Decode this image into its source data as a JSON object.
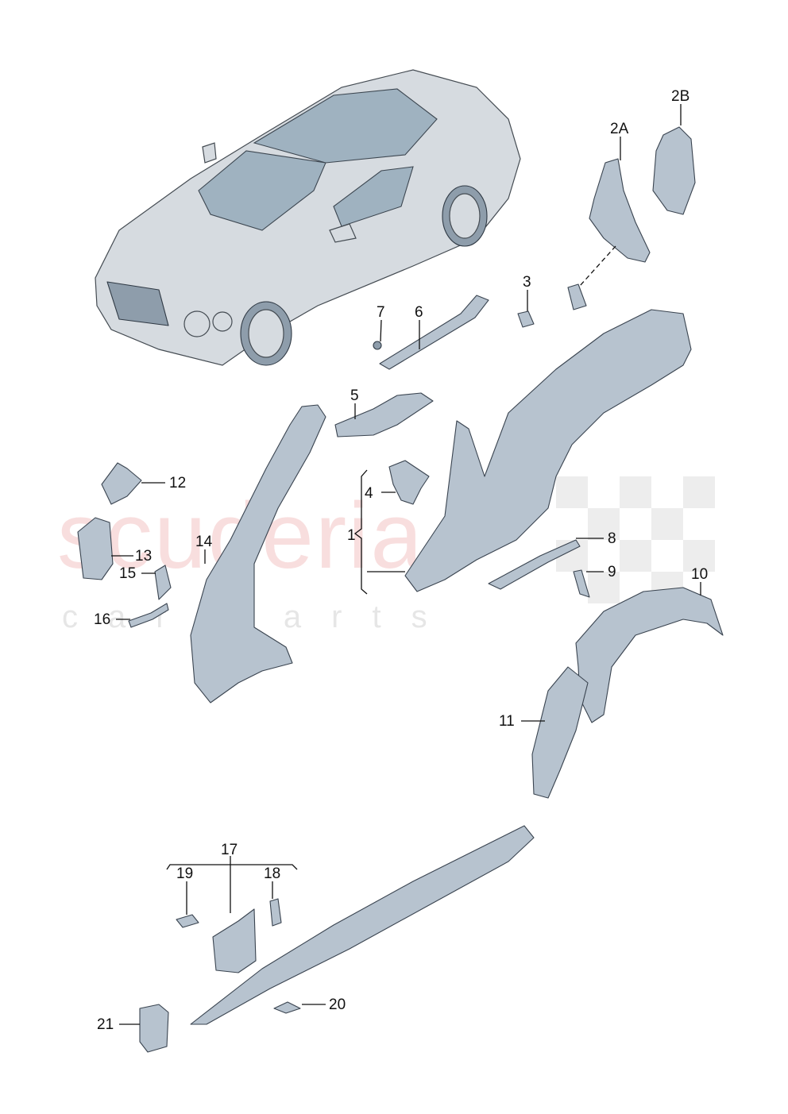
{
  "watermark": {
    "main": "scuderia",
    "sub": "car parts"
  },
  "callouts": [
    {
      "id": "c-2b",
      "label": "2B"
    },
    {
      "id": "c-2a",
      "label": "2A"
    },
    {
      "id": "c-3",
      "label": "3"
    },
    {
      "id": "c-7",
      "label": "7"
    },
    {
      "id": "c-6",
      "label": "6"
    },
    {
      "id": "c-5",
      "label": "5"
    },
    {
      "id": "c-4",
      "label": "4"
    },
    {
      "id": "c-1",
      "label": "1"
    },
    {
      "id": "c-12",
      "label": "12"
    },
    {
      "id": "c-13",
      "label": "13"
    },
    {
      "id": "c-14",
      "label": "14"
    },
    {
      "id": "c-15",
      "label": "15"
    },
    {
      "id": "c-16",
      "label": "16"
    },
    {
      "id": "c-8",
      "label": "8"
    },
    {
      "id": "c-9",
      "label": "9"
    },
    {
      "id": "c-10",
      "label": "10"
    },
    {
      "id": "c-11",
      "label": "11"
    },
    {
      "id": "c-17",
      "label": "17"
    },
    {
      "id": "c-19",
      "label": "19"
    },
    {
      "id": "c-18",
      "label": "18"
    },
    {
      "id": "c-20",
      "label": "20"
    },
    {
      "id": "c-21",
      "label": "21"
    }
  ],
  "colors": {
    "part_fill": "#b7c3cf",
    "part_stroke": "#3a4450",
    "watermark_red": "#f3c4c4"
  }
}
